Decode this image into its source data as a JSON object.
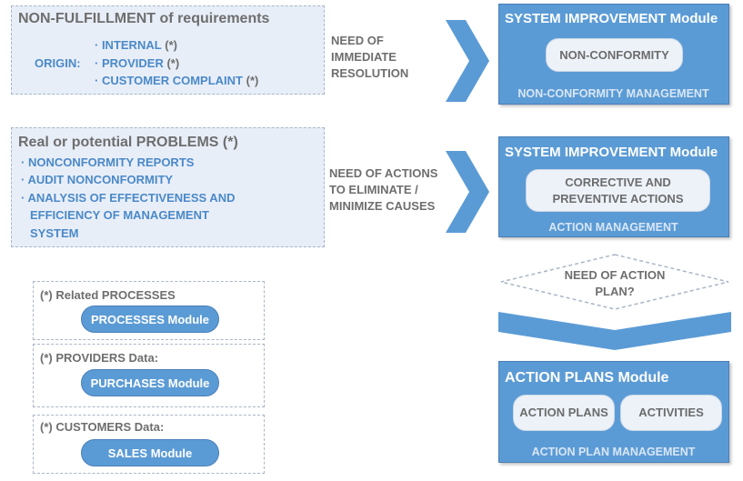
{
  "nonfulfillment": {
    "title": "NON-FULFILLMENT of requirements",
    "origin_label": "ORIGIN:",
    "items": [
      {
        "text": "· INTERNAL",
        "mark": "(*)"
      },
      {
        "text": "· PROVIDER",
        "mark": "(*)"
      },
      {
        "text": "· CUSTOMER COMPLAINT",
        "mark": "(*)"
      }
    ]
  },
  "need_resolution": {
    "lines": [
      "NEED OF",
      "IMMEDIATE",
      "RESOLUTION"
    ]
  },
  "module_nc": {
    "title": "SYSTEM IMPROVEMENT Module",
    "pill": "NON-CONFORMITY",
    "subtitle": "NON-CONFORMITY MANAGEMENT"
  },
  "problems": {
    "title": "Real or potential PROBLEMS (*)",
    "items": [
      "· NONCONFORMITY REPORTS",
      "· AUDIT NONCONFORMITY",
      "· ANALYSIS OF EFFECTIVENESS AND",
      "EFFICIENCY OF MANAGEMENT",
      "SYSTEM"
    ]
  },
  "need_actions": {
    "lines": [
      "NEED OF ACTIONS",
      "TO ELIMINATE /",
      "MINIMIZE CAUSES"
    ]
  },
  "module_actions": {
    "title": "SYSTEM IMPROVEMENT Module",
    "pill_lines": [
      "CORRECTIVE AND",
      "PREVENTIVE ACTIONS"
    ],
    "subtitle": "ACTION MANAGEMENT"
  },
  "decision": {
    "lines": [
      "NEED OF ACTION",
      "PLAN?"
    ]
  },
  "module_plans": {
    "title": "ACTION PLANS Module",
    "pill1": "ACTION PLANS",
    "pill2": "ACTIVITIES",
    "subtitle": "ACTION PLAN MANAGEMENT"
  },
  "related": [
    {
      "label": "(*) Related PROCESSES",
      "button": "PROCESSES Module"
    },
    {
      "label": "(*) PROVIDERS Data:",
      "button": "PURCHASES Module"
    },
    {
      "label": "(*) CUSTOMERS Data:",
      "button": "SALES Module"
    }
  ],
  "colors": {
    "module_blue": "#5b9bd5",
    "text_blue": "#4a89c8",
    "panel_bg": "#e8eef8"
  }
}
